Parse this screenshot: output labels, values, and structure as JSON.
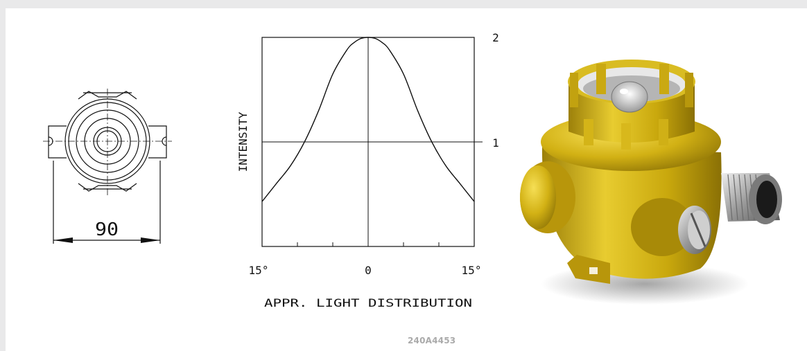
{
  "drawing": {
    "dimension_label": "90",
    "part_code": "240A4453"
  },
  "chart_data": {
    "type": "line",
    "x": [
      -15,
      -13,
      -11,
      -9,
      -7,
      -5,
      -3,
      -2,
      -1,
      0,
      1,
      2,
      3,
      5,
      7,
      9,
      11,
      13,
      15
    ],
    "series": [
      {
        "values": [
          0.43,
          0.6,
          0.77,
          1.0,
          1.3,
          1.65,
          1.88,
          1.95,
          1.99,
          2.0,
          1.99,
          1.95,
          1.88,
          1.65,
          1.3,
          1.0,
          0.77,
          0.6,
          0.43
        ]
      }
    ],
    "xlabel": "APPR. LIGHT DISTRIBUTION",
    "ylabel": "INTENSITY",
    "xlim": [
      -15,
      15
    ],
    "ylim": [
      0,
      2
    ],
    "x_tick_labels": [
      "15°",
      "0",
      "15°"
    ],
    "y_tick_labels": [
      "1",
      "2"
    ],
    "grid": false
  },
  "colors": {
    "product_body": "#c9a80a",
    "product_highlight": "#f2d84a",
    "gland_metal": "#b8b8b8"
  }
}
